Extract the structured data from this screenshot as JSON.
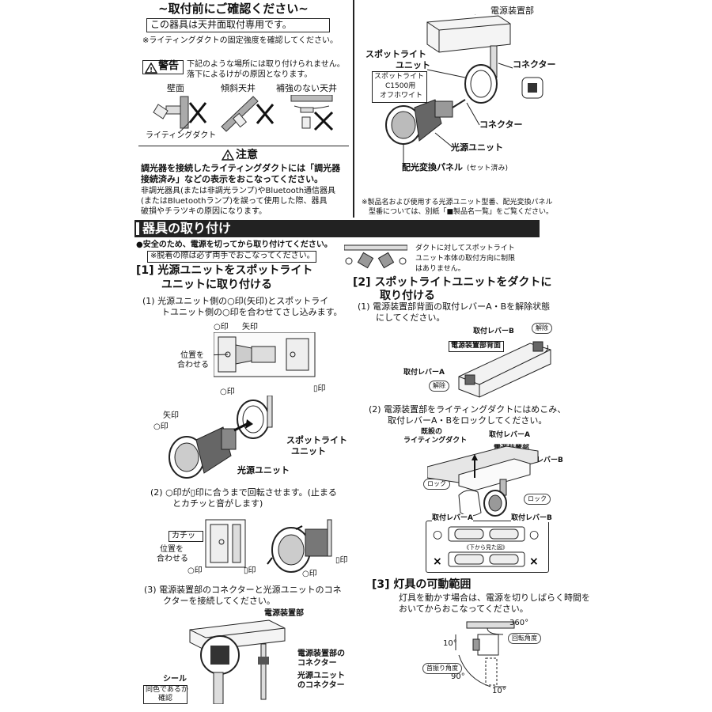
{
  "left_top": {
    "heading": "~取付前にご確認ください~",
    "ceiling_only": "この器具は天井面取付専用です。",
    "duct_note": "※ライティングダクトの固定強度を確認してください。",
    "warning_label": "警告",
    "warning_text1": "下記のような場所には取り付けられません。",
    "warning_text2": "落下によるけがの原因となります。",
    "place_wall": "壁面",
    "place_slope": "傾斜天井",
    "place_weak": "補強のない天井",
    "lighting_duct": "ライティングダクト",
    "caution_label": "注意",
    "caution_bold1": "調光器を接続したライティングダクトには「調光器",
    "caution_bold2": "接続済み」などの表示をおこなってください。",
    "caution_text1": "非調光器具(または非調光ランプ)やBluetooth通信器具",
    "caution_text2": "(またはBluetoothランプ)を誤って使用した際、器具",
    "caution_text3": "破損やチラツキの原因になります。"
  },
  "right_top": {
    "power_unit": "電源装置部",
    "spotlight_unit_1": "スポットライト",
    "spotlight_unit_2": "ユニット",
    "spec_1": "スポットライト",
    "spec_2": "C1500用",
    "spec_3": "オフホワイト",
    "connector_a": "コネクター",
    "connector_b": "コネクター",
    "light_unit": "光源ユニット",
    "panel": "配光変換パネル",
    "panel_note": "(セット済み)",
    "footnote_1": "※製品名および使用する光源ユニット型番、配光変換パネル",
    "footnote_2": "型番については、別紙「■製品名一覧」をご覧ください。"
  },
  "section_bar": "器具の取り付け",
  "safety": {
    "line1": "●安全のため、電源を切ってから取り付けてください。",
    "line2": "※脱着の際は必ず両手でおこなってください。",
    "direction_1": "ダクトに対してスポットライト",
    "direction_2": "ユニット本体の取付方向に制限",
    "direction_3": "はありません。"
  },
  "step1": {
    "title_1": "[1] 光源ユニットをスポットライト",
    "title_2": "ユニットに取り付ける",
    "sub1_1": "(1) 光源ユニット側の○印(矢印)とスポットライ",
    "sub1_2": "トユニット側の○印を合わせてさし込みます。",
    "mark_circle": "○印",
    "mark_arrow": "矢印",
    "align_1": "位置を",
    "align_2": "合わせる",
    "mark_bar": "▯印",
    "spot_1": "スポットライト",
    "spot_2": "ユニット",
    "light_unit": "光源ユニット",
    "sub2_1": "(2) ○印が▯印に合うまで回転させます。(止まる",
    "sub2_2": "とカチッと音がします)",
    "click": "カチッ",
    "sub3_1": "(3) 電源装置部のコネクターと光源ユニットのコネ",
    "sub3_2": "クターを接続してください。",
    "power_unit": "電源装置部",
    "power_connector_1": "電源装置部の",
    "power_connector_2": "コネクター",
    "light_connector_1": "光源ユニット",
    "light_connector_2": "のコネクター",
    "seal": "シール",
    "same_check_1": "同色であるか",
    "same_check_2": "確認"
  },
  "step2": {
    "title_1": "[2] スポットライトユニットをダクトに",
    "title_2": "取り付ける",
    "sub1_1": "(1) 電源装置部背面の取付レバーA・Bを解除状態",
    "sub1_2": "にしてください。",
    "lever_a": "取付レバーA",
    "lever_b": "取付レバーB",
    "release": "解除",
    "back": "電源装置部背面",
    "sub2_1": "(2) 電源装置部をライティングダクトにはめこみ、",
    "sub2_2": "取付レバーA・Bをロックしてください。",
    "existing_1": "既設の",
    "existing_2": "ライティングダクト",
    "power_unit": "電源装置部",
    "lock": "ロック",
    "view_from_below": "《下から見た図》"
  },
  "step3": {
    "title": "[3] 灯具の可動範囲",
    "text_1": "灯具を動かす場合は、電源を切りしばらく時間を",
    "text_2": "おいてからおこなってください。",
    "deg_360": "360°",
    "rotation_angle": "回転角度",
    "deg_10a": "10°",
    "tilt_angle": "首振り角度",
    "deg_90": "90°",
    "deg_10b": "10°"
  }
}
